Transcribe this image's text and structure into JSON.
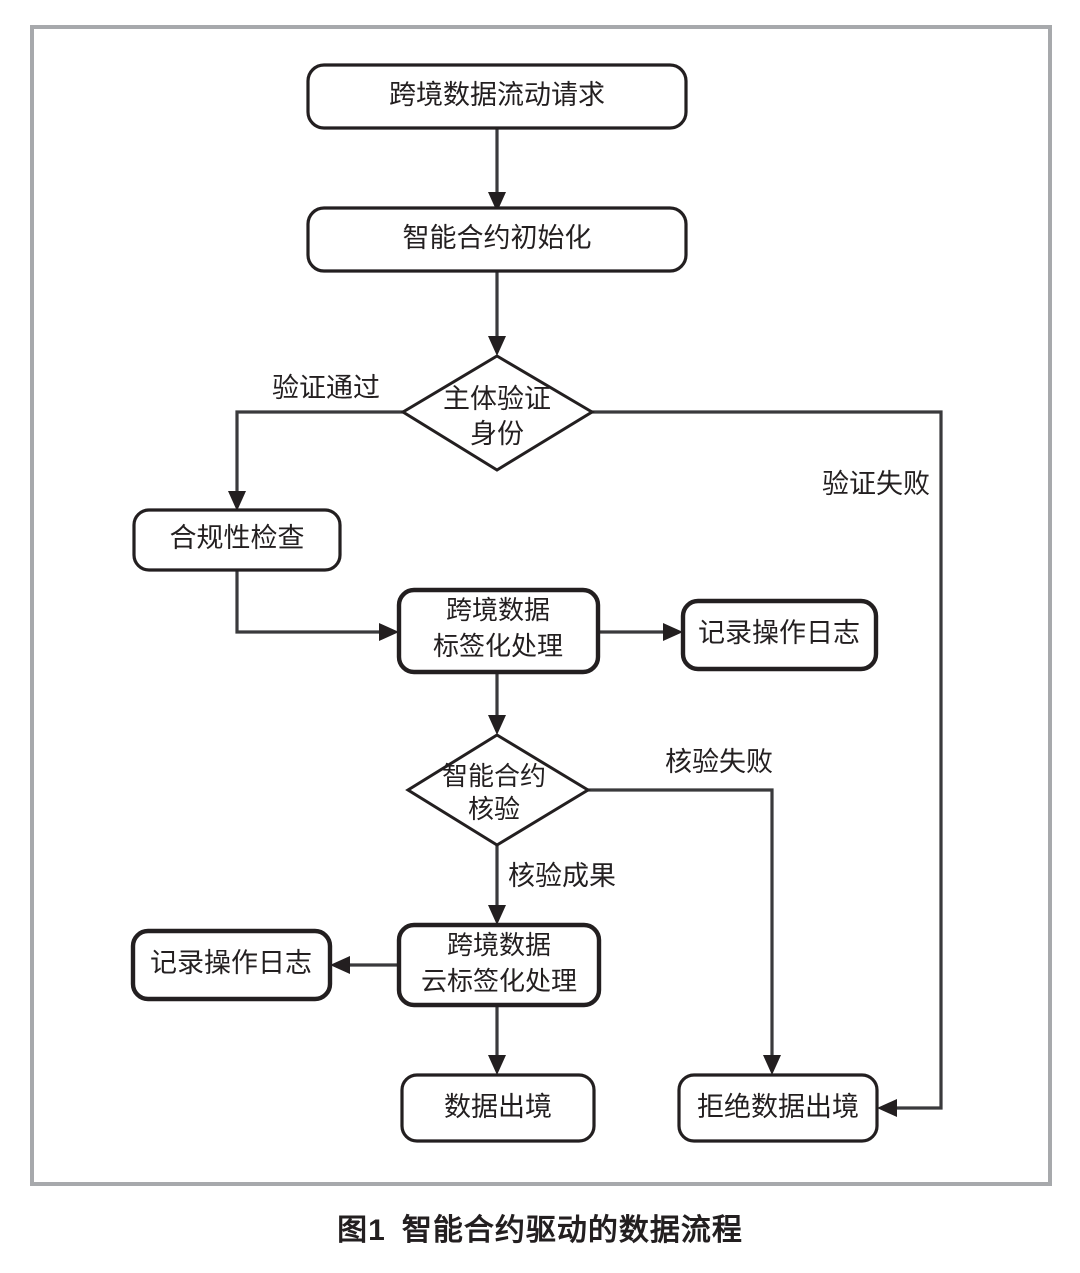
{
  "figure": {
    "caption_number": "图1",
    "caption_title": "智能合约驱动的数据流程",
    "frame_color": "#a7a9ac",
    "node_stroke_color": "#231f20",
    "edge_color": "#3a3a3c",
    "background": "#ffffff"
  },
  "nodes": {
    "request": {
      "label": "跨境数据流动请求",
      "shape": "rounded-rect"
    },
    "init": {
      "label": "智能合约初始化",
      "shape": "rounded-rect"
    },
    "identity_check": {
      "label_line1": "主体验证",
      "label_line2": "身份",
      "shape": "diamond"
    },
    "compliance": {
      "label": "合规性检查",
      "shape": "rounded-rect"
    },
    "tagging": {
      "label_line1": "跨境数据",
      "label_line2": "标签化处理",
      "shape": "rounded-rect"
    },
    "log_top": {
      "label": "记录操作日志",
      "shape": "rounded-rect"
    },
    "contract_verify": {
      "label_line1": "智能合约",
      "label_line2": "核验",
      "shape": "diamond"
    },
    "cloud_tagging": {
      "label_line1": "跨境数据",
      "label_line2": "云标签化处理",
      "shape": "rounded-rect"
    },
    "log_bottom": {
      "label": "记录操作日志",
      "shape": "rounded-rect"
    },
    "data_export": {
      "label": "数据出境",
      "shape": "rounded-rect"
    },
    "data_rejected": {
      "label": "拒绝数据出境",
      "shape": "rounded-rect"
    }
  },
  "edge_labels": {
    "verify_pass": "验证通过",
    "verify_fail": "验证失败",
    "check_fail": "核验失败",
    "check_success": "核验成果"
  },
  "chart_data": {
    "type": "diagram",
    "title": "图1 智能合约驱动的数据流程",
    "flow": [
      {
        "from": "跨境数据流动请求",
        "to": "智能合约初始化",
        "label": ""
      },
      {
        "from": "智能合约初始化",
        "to": "主体验证身份",
        "label": ""
      },
      {
        "from": "主体验证身份",
        "to": "合规性检查",
        "label": "验证通过"
      },
      {
        "from": "主体验证身份",
        "to": "拒绝数据出境",
        "label": "验证失败"
      },
      {
        "from": "合规性检查",
        "to": "跨境数据标签化处理",
        "label": ""
      },
      {
        "from": "跨境数据标签化处理",
        "to": "记录操作日志",
        "label": ""
      },
      {
        "from": "跨境数据标签化处理",
        "to": "智能合约核验",
        "label": ""
      },
      {
        "from": "智能合约核验",
        "to": "跨境数据云标签化处理",
        "label": "核验成果"
      },
      {
        "from": "智能合约核验",
        "to": "拒绝数据出境",
        "label": "核验失败"
      },
      {
        "from": "跨境数据云标签化处理",
        "to": "记录操作日志",
        "label": ""
      },
      {
        "from": "跨境数据云标签化处理",
        "to": "数据出境",
        "label": ""
      }
    ]
  }
}
